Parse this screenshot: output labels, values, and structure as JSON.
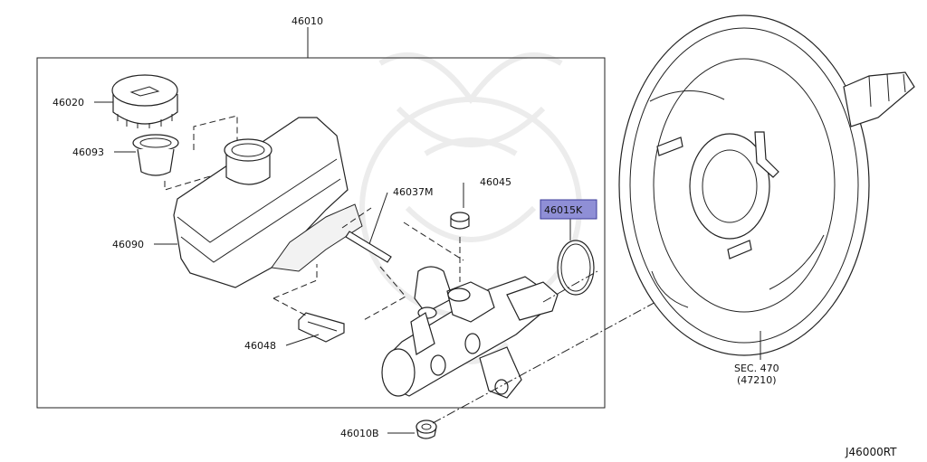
{
  "labels": {
    "assembly": "46010",
    "cap": "46020",
    "strainer": "46093",
    "reservoir": "46090",
    "pin": "46037M",
    "grommet": "46045",
    "seal": "46015K",
    "connector": "46048",
    "nut": "46010B",
    "booster_sec": "SEC. 470",
    "booster_part": "(47210)",
    "diagram_id": "J46000RT"
  },
  "colors": {
    "highlight_fill": "#8f8fd6",
    "highlight_border": "#3b3b9a",
    "line": "#222222"
  }
}
